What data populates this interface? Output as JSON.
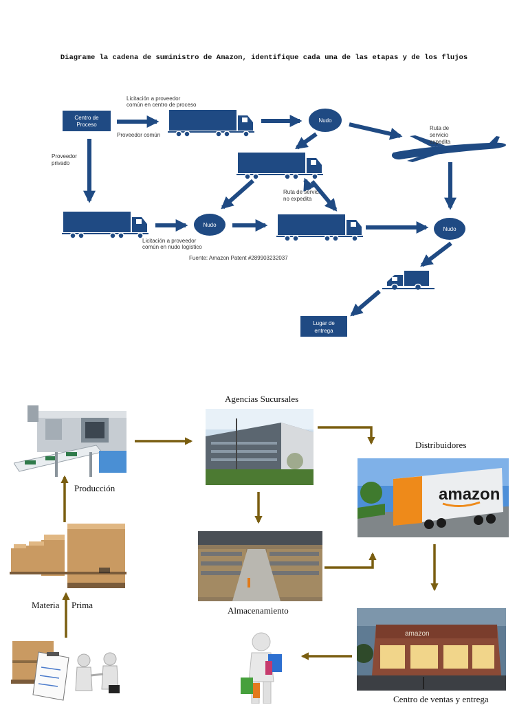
{
  "title": "Diagrame la cadena de suministro de Amazon, identifique cada una de las etapas y de los flujos",
  "diagram1": {
    "centro_proceso": [
      "Centro de",
      "Proceso"
    ],
    "licitacion_proceso": [
      "Licitación a proveedor",
      "común en centro de proceso"
    ],
    "proveedor_comun": "Proveedor común",
    "proveedor_privado": [
      "Proveedor",
      "privado"
    ],
    "nudo": "Nudo",
    "ruta_expedita": [
      "Ruta de",
      "servicio",
      "expedita"
    ],
    "ruta_no_expedita": [
      "Ruta de servicio",
      "no expedita"
    ],
    "licitacion_nudo": [
      "Licitación a proveedor",
      "común en nudo logístico"
    ],
    "fuente": "Fuente: Amazon Patent #289903232037",
    "lugar_entrega": [
      "Lugar de",
      "entrega"
    ]
  },
  "diagram2": {
    "agencias": "Agencias Sucursales",
    "distribuidores": "Distribuidores",
    "produccion": "Producción",
    "materia": "Materia",
    "prima": "Prima",
    "almacenamiento": "Almacenamiento",
    "centro_ventas": "Centro de ventas y entrega",
    "truck_brand": "amazon",
    "store_sign": "amazon"
  },
  "colors": {
    "navy": "#1f4a83",
    "olive_arrow": "#7a5e10"
  }
}
